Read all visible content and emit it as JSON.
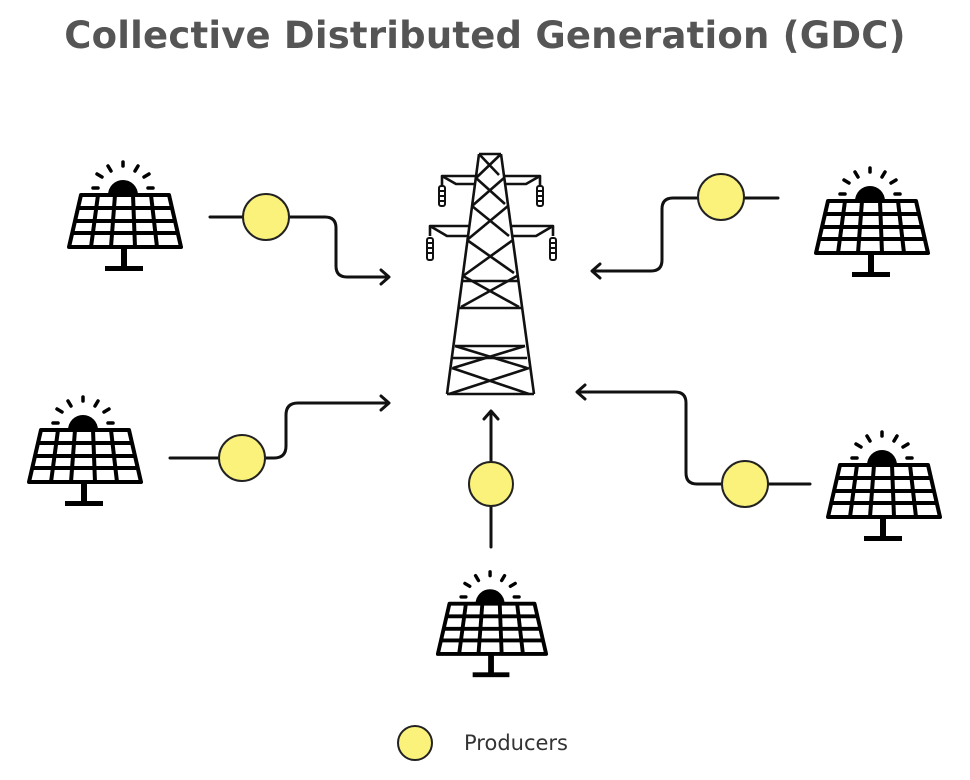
{
  "title": "Collective Distributed Generation (GDC)",
  "colors": {
    "producer_fill": "#faf27a",
    "line": "#111111",
    "title": "#555555"
  },
  "center": {
    "type": "transmission-tower",
    "label": ""
  },
  "producers": [
    {
      "id": "top-left",
      "icon": "solar-panel-icon",
      "flow_direction": "to-tower"
    },
    {
      "id": "top-right",
      "icon": "solar-panel-icon",
      "flow_direction": "to-tower"
    },
    {
      "id": "mid-left",
      "icon": "solar-panel-icon",
      "flow_direction": "to-tower"
    },
    {
      "id": "mid-right",
      "icon": "solar-panel-icon",
      "flow_direction": "to-tower"
    },
    {
      "id": "bottom",
      "icon": "solar-panel-icon",
      "flow_direction": "to-tower"
    }
  ],
  "legend": [
    {
      "symbol": "yellow-circle",
      "label": "Producers"
    }
  ]
}
